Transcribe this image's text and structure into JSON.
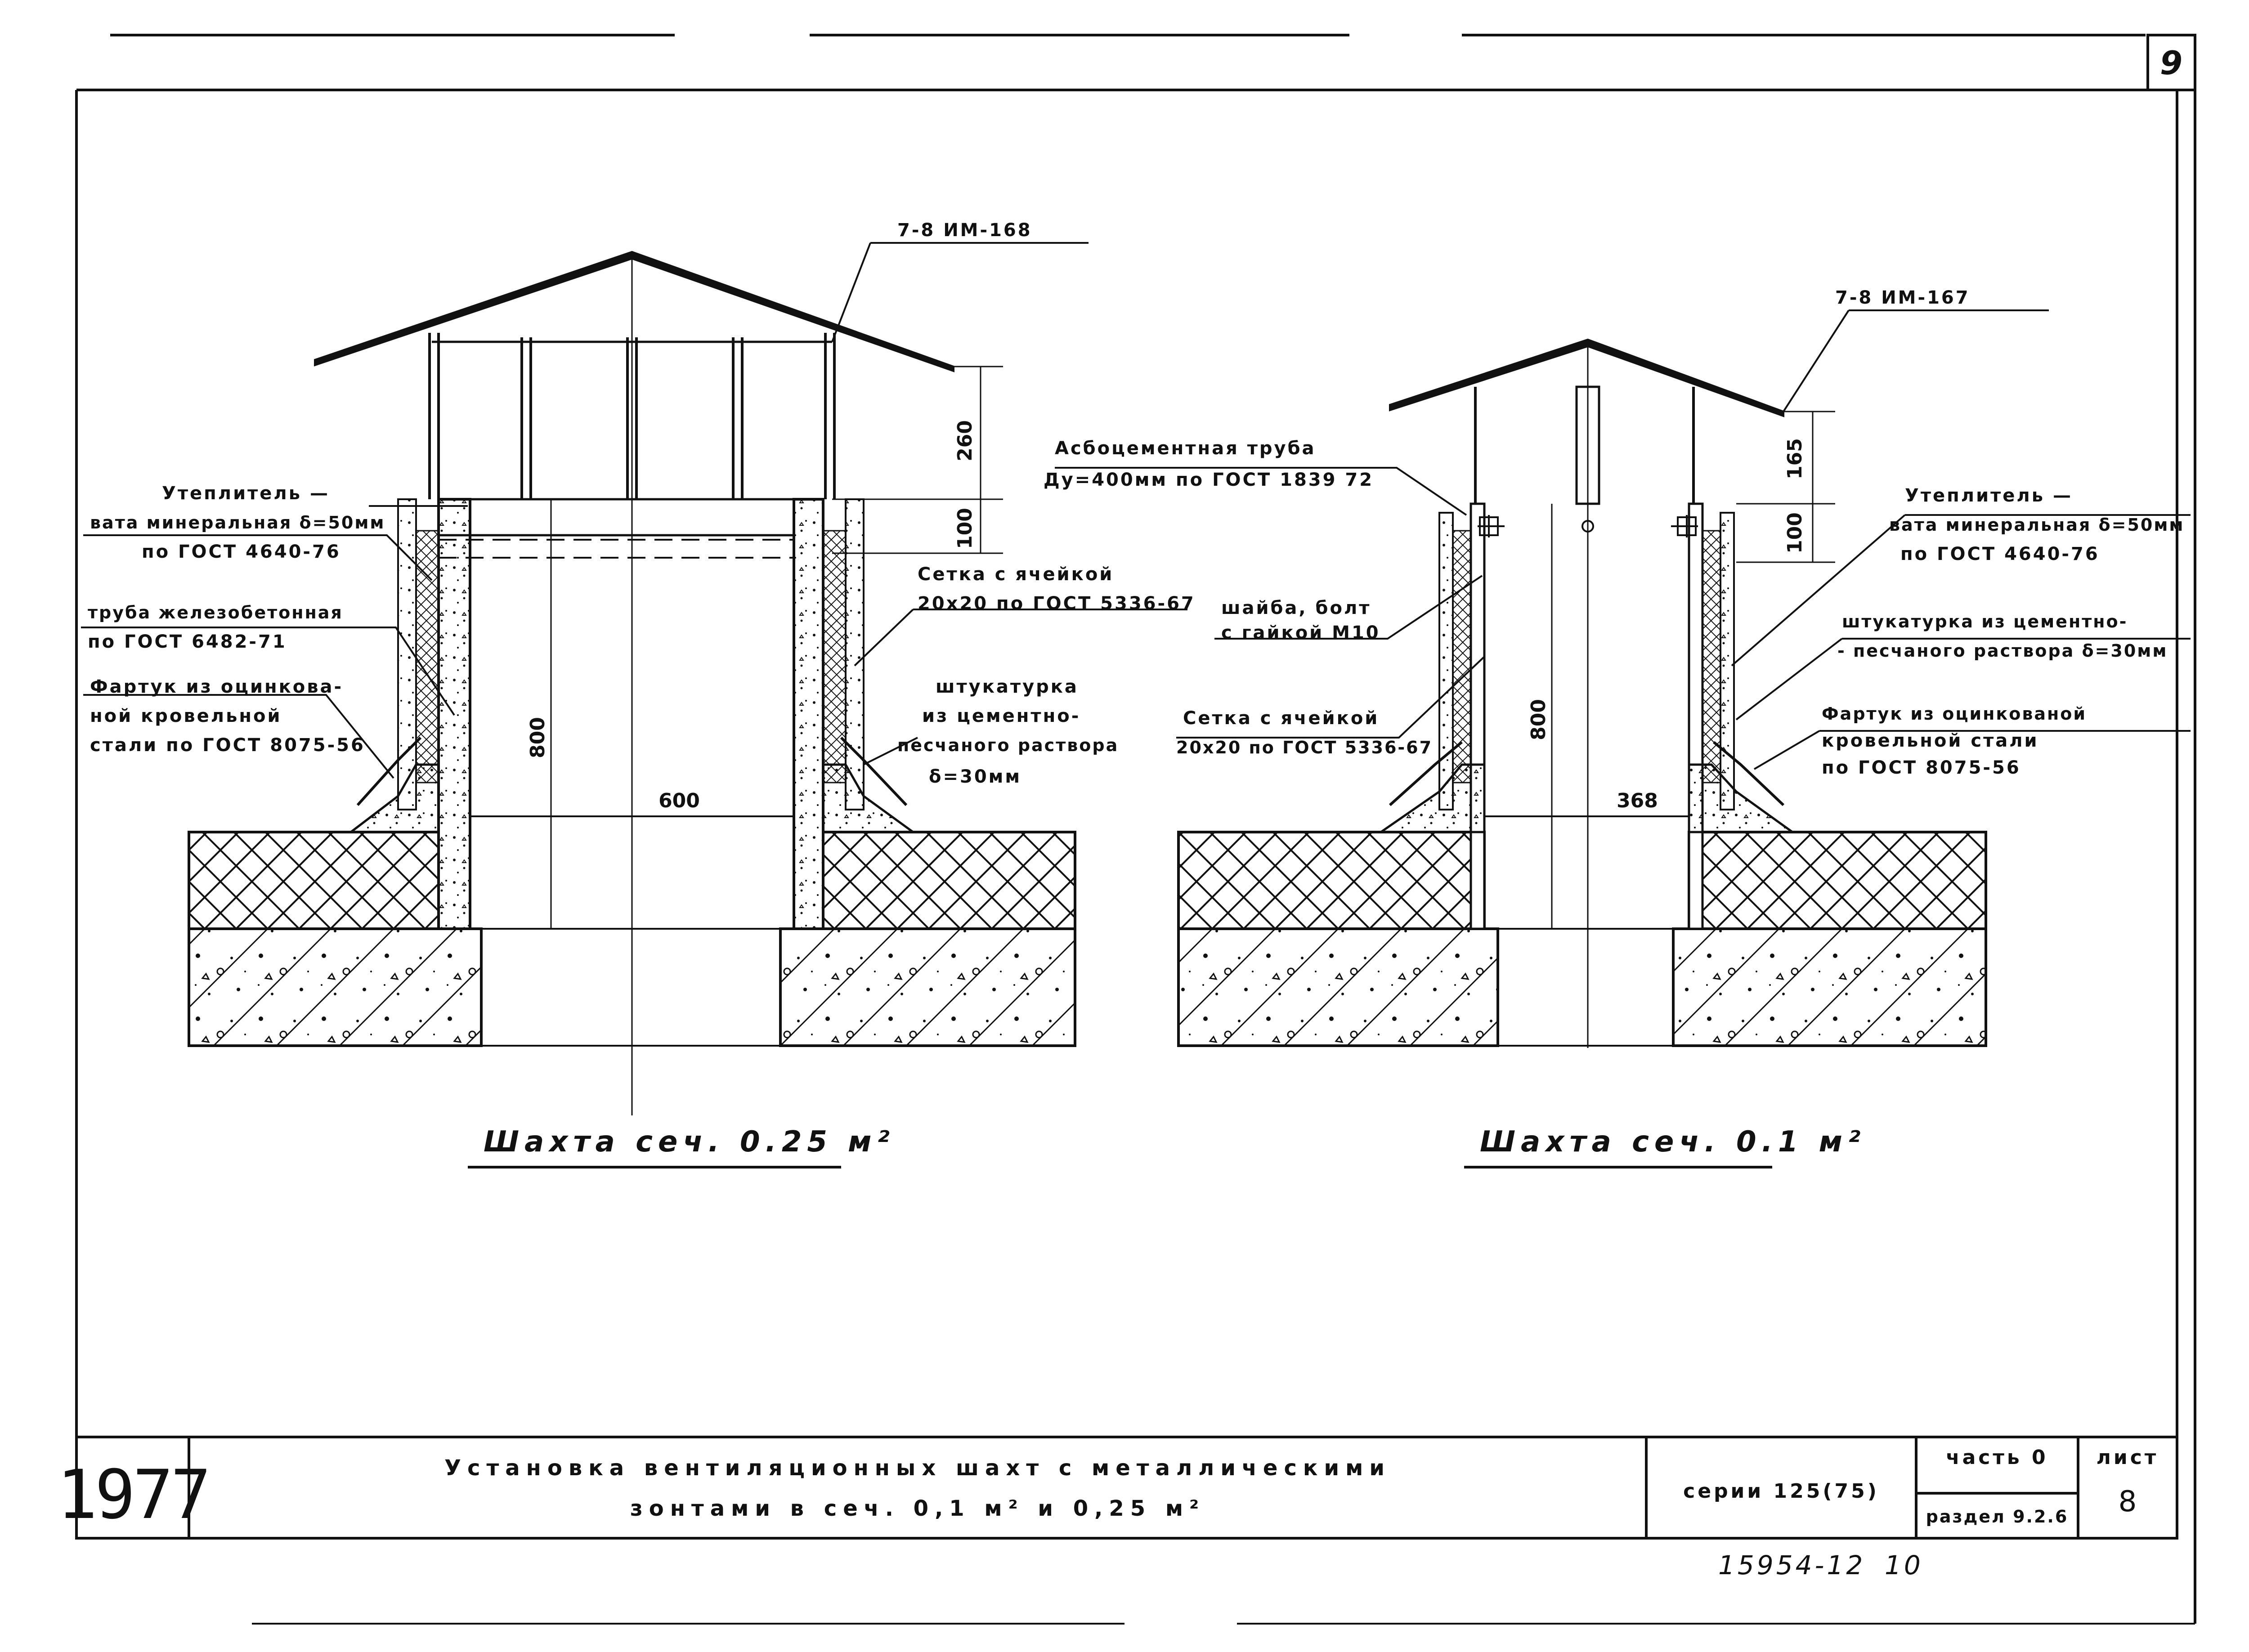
{
  "sheet": {
    "corner_number": "9",
    "year": "1977",
    "title_line1": "Установка вентиляционных шахт с металлическими",
    "title_line2": "зонтами в сеч. 0,1 м² и 0,25 м²",
    "series": "серии 125(75)",
    "part": "часть 0",
    "section": "раздел 9.2.6",
    "sheet_label": "лист",
    "sheet_number": "8",
    "footer_code": "15954-12",
    "footer_num": "10"
  },
  "left_detail": {
    "caption": "Шахта сеч. 0.25 м²",
    "hood_ref": "7-8 ИМ-168",
    "dim_hood_height": "260",
    "dim_collar": "100",
    "dim_height": "800",
    "dim_width": "600",
    "insulation_line1": "Утеплитель —",
    "insulation_line2": "вата минеральная δ=50мм",
    "insulation_line3": "по ГОСТ 4640-76",
    "pipe_line1": "труба железобетонная",
    "pipe_line2": "по ГОСТ 6482-71",
    "apron_line1": "Фартук из оцинкова-",
    "apron_line2": "ной кровельной",
    "apron_line3": "стали по ГОСТ 8075-56",
    "mesh_line1": "Сетка с ячейкой",
    "mesh_line2": "20х20 по ГОСТ 5336-67",
    "plaster_line1": "штукатурка",
    "plaster_line2": "из цементно-",
    "plaster_line3": "песчаного раствора",
    "plaster_line4": "δ=30мм"
  },
  "right_detail": {
    "caption": "Шахта сеч. 0.1 м²",
    "hood_ref": "7-8 ИМ-167",
    "dim_hood_height": "165",
    "dim_collar": "100",
    "dim_height": "800",
    "dim_width": "368",
    "asbestos_line1": "Асбоцементная труба",
    "asbestos_line2": "Ду=400мм по ГОСТ 1839 72",
    "washer_line1": "шайба, болт",
    "washer_line2": "с гайкой М10",
    "mesh_line1": "Сетка с ячейкой",
    "mesh_line2": "20х20 по ГОСТ 5336-67",
    "insulation_line1": "Утеплитель —",
    "insulation_line2": "вата минеральная δ=50мм",
    "insulation_line3": "по ГОСТ 4640-76",
    "plaster_line1": "штукатурка из цементно-",
    "plaster_line2": "- песчаного раствора δ=30мм",
    "apron_line1": "Фартук из оцинкованой",
    "apron_line2": "кровельной стали",
    "apron_line3": "по ГОСТ 8075-56"
  }
}
